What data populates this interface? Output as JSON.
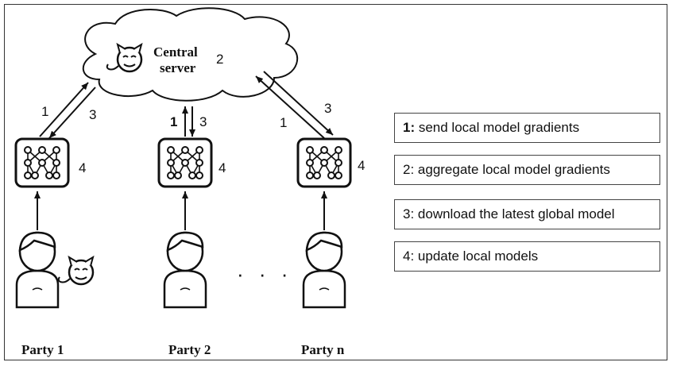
{
  "server": {
    "label_line1": "Central",
    "label_line2": "server",
    "step": "2"
  },
  "arrows": {
    "p1_up": "1",
    "p1_down": "3",
    "p2_up": "1",
    "p2_down": "3",
    "pn_up": "1",
    "pn_down": "3"
  },
  "models": {
    "p1_step": "4",
    "p2_step": "4",
    "pn_step": "4"
  },
  "parties": [
    {
      "label": "Party 1"
    },
    {
      "label": "Party 2"
    },
    {
      "label": "Party n"
    }
  ],
  "ellipsis": "· · ·",
  "legend": [
    {
      "key": "1:",
      "text": " send local model gradients",
      "key_bold": true
    },
    {
      "key": "2:",
      "text": " aggregate local model gradients",
      "key_bold": false
    },
    {
      "key": "3:",
      "text": " download the latest global model",
      "key_bold": false
    },
    {
      "key": "4:",
      "text": " update local models",
      "key_bold": false
    }
  ]
}
